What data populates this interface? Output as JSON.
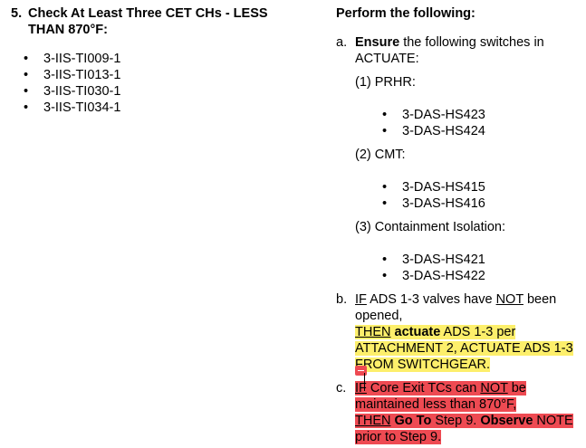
{
  "step": {
    "number": "5.",
    "title": "Check At Least Three CET CHs - LESS THAN 870°F:",
    "channels": [
      "3-IIS-TI009-1",
      "3-IIS-TI013-1",
      "3-IIS-TI030-1",
      "3-IIS-TI034-1"
    ]
  },
  "right": {
    "header": "Perform the following:",
    "a": {
      "letter": "a.",
      "verb": "Ensure",
      "text": " the following switches in ACTUATE:",
      "groups": [
        {
          "label": "(1)  PRHR:",
          "items": [
            "3-DAS-HS423",
            "3-DAS-HS424"
          ]
        },
        {
          "label": "(2)  CMT:",
          "items": [
            "3-DAS-HS415",
            "3-DAS-HS416"
          ]
        },
        {
          "label": "(3)  Containment Isolation:",
          "items": [
            "3-DAS-HS421",
            "3-DAS-HS422"
          ]
        }
      ]
    },
    "b": {
      "letter": "b.",
      "if": "IF",
      "cond1": " ADS 1-3 valves have ",
      "not": "NOT",
      "cond2": " been opened,",
      "then": "THEN",
      "action": "actuate",
      "rest": " ADS 1-3 per ATTACHMENT 2, ACTUATE ADS 1-3 FROM SWITCHGEAR."
    },
    "c": {
      "letter": "c.",
      "if": "IF",
      "cond1": " Core Exit TCs can ",
      "not": "NOT",
      "cond2": " be maintained less than 870°F,",
      "then": "THEN",
      "goto": "Go To",
      "step": " Step 9.  ",
      "observe": "Observe",
      "rest": " NOTE prior to Step 9."
    },
    "highlight_colors": {
      "yellow": "#fdef6b",
      "red": "#ee4a52"
    }
  }
}
